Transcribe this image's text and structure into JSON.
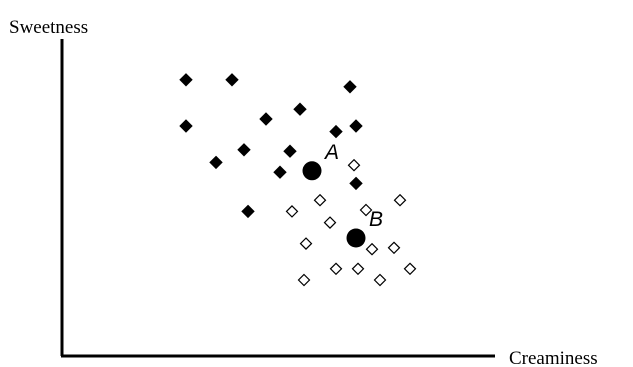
{
  "chart_data": {
    "type": "scatter",
    "title": "",
    "xlabel": "Creaminess",
    "ylabel": "Sweetness",
    "xlim": [
      0,
      100
    ],
    "ylim": [
      0,
      100
    ],
    "grid": false,
    "legend": "none",
    "series": [
      {
        "marker": "filled-diamond",
        "color": "#000000",
        "x": [
          25.5,
          37.0,
          66.5,
          25.5,
          45.5,
          54.0,
          63.0,
          68.0,
          33.0,
          40.0,
          51.5,
          49.0,
          68.0,
          41.0
        ],
        "y": [
          91.5,
          91.5,
          89.0,
          75.0,
          77.5,
          81.0,
          73.0,
          75.0,
          62.0,
          66.5,
          66.0,
          58.5,
          54.5,
          44.5
        ]
      },
      {
        "marker": "hollow-diamond",
        "color": "#000000",
        "x": [
          67.5,
          52.0,
          59.0,
          70.5,
          79.0,
          61.5,
          55.5,
          72.0,
          77.5,
          63.0,
          68.5,
          81.5,
          55.0,
          74.0
        ],
        "y": [
          61.0,
          44.5,
          48.5,
          45.0,
          48.5,
          40.5,
          33.0,
          31.0,
          31.5,
          24.0,
          24.0,
          24.0,
          20.0,
          20.0
        ]
      }
    ],
    "highlighted_points": [
      {
        "label": "A",
        "x": 57.0,
        "y": 59.0
      },
      {
        "label": "B",
        "x": 68.0,
        "y": 35.0
      }
    ]
  }
}
